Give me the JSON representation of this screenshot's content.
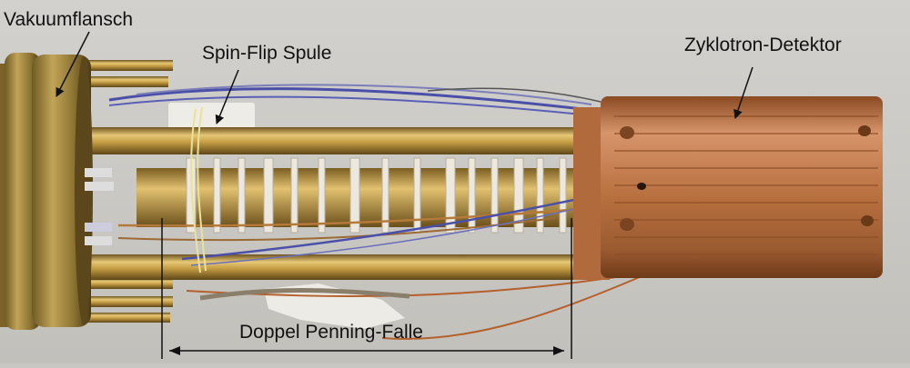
{
  "labels": {
    "vacuum_flange": "Vakuumflansch",
    "spin_flip_coil": "Spin-Flip Spule",
    "cyclotron_detector": "Zyklotron-Detektor",
    "double_penning_trap": "Doppel Penning-Falle"
  },
  "colors": {
    "background": "#c9c7c3",
    "brass": "#b8923a",
    "copper": "#b8703f",
    "ptfe": "#e9e6df",
    "wire_blue": "#4a4fa8",
    "wire_copper": "#b5602c"
  }
}
